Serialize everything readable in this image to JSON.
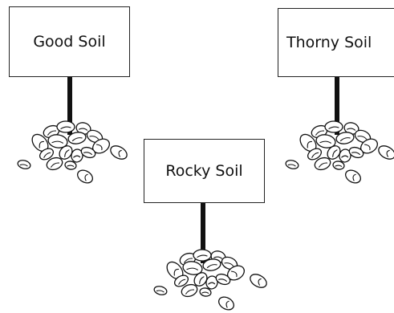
{
  "signs": [
    {
      "id": "good-soil",
      "label": "Good Soil"
    },
    {
      "id": "rocky-soil",
      "label": "Rocky Soil"
    },
    {
      "id": "thorny-soil",
      "label": "Thorny Soil"
    }
  ],
  "colors": {
    "ink": "#111111",
    "background": "#ffffff"
  }
}
